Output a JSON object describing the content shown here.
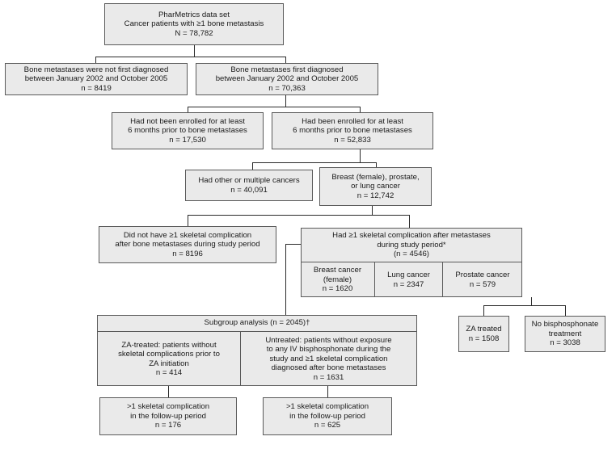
{
  "nodes": {
    "root": {
      "lines": [
        "PharMetrics data set",
        "Cancer patients with ≥1 bone metastasis",
        "N = 78,782"
      ]
    },
    "not_first": {
      "lines": [
        "Bone metastases were not first diagnosed",
        "between January 2002 and October 2005",
        "n = 8419"
      ]
    },
    "first": {
      "lines": [
        "Bone metastases first diagnosed",
        "between January 2002 and October 2005",
        "n = 70,363"
      ]
    },
    "not_enrolled": {
      "lines": [
        "Had not been enrolled for at least",
        "6 months prior to bone metastases",
        "n = 17,530"
      ]
    },
    "enrolled": {
      "lines": [
        "Had been enrolled for at least",
        "6 months prior to bone metastases",
        "n = 52,833"
      ]
    },
    "other_cancers": {
      "lines": [
        "Had other or multiple cancers",
        "n = 40,091"
      ]
    },
    "bpl": {
      "lines": [
        "Breast (female), prostate,",
        "or lung cancer",
        "n = 12,742"
      ]
    },
    "no_complication": {
      "lines": [
        "Did not have ≥1 skeletal complication",
        "after bone metastases during study period",
        "n = 8196"
      ]
    },
    "had_complication": {
      "lines": [
        "Had ≥1 skeletal complication after metastases",
        "during study period*",
        "(n = 4546)"
      ]
    },
    "breast": {
      "lines": [
        "Breast cancer",
        "(female)",
        "n = 1620"
      ]
    },
    "lung": {
      "lines": [
        "Lung cancer",
        "n = 2347"
      ]
    },
    "prostate": {
      "lines": [
        "Prostate cancer",
        "n = 579"
      ]
    },
    "subgroup": {
      "lines": [
        "Subgroup analysis (n = 2045)†"
      ]
    },
    "za_treated_sub": {
      "lines": [
        "ZA-treated: patients without",
        "skeletal complications prior to",
        "ZA initiation",
        "n = 414"
      ]
    },
    "untreated_sub": {
      "lines": [
        "Untreated: patients without exposure",
        "to any IV bisphosphonate during the",
        "study and ≥1 skeletal complication",
        "diagnosed after bone metastases",
        "n = 1631"
      ]
    },
    "za_treated": {
      "lines": [
        "ZA treated",
        "n = 1508"
      ]
    },
    "no_bisphosphonate": {
      "lines": [
        "No bisphosphonate",
        "treatment",
        "n = 3038"
      ]
    },
    "followup_za": {
      "lines": [
        ">1 skeletal complication",
        "in the follow-up period",
        "n = 176"
      ]
    },
    "followup_untreated": {
      "lines": [
        ">1 skeletal complication",
        "in the follow-up period",
        "n = 625"
      ]
    }
  }
}
